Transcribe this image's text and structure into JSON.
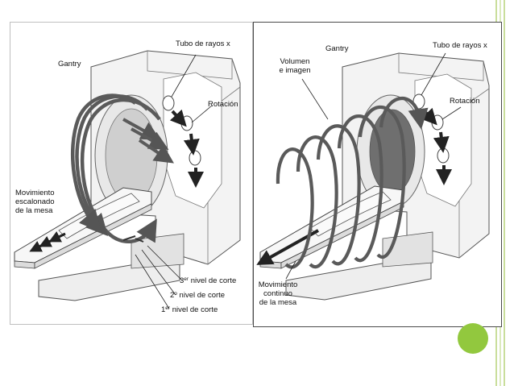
{
  "colors": {
    "accent_green": "#92c83e",
    "frame_line": "#b7d47a",
    "arrow_gray": "#5a5a5a",
    "dark_arrow": "#262626"
  },
  "left_panel": {
    "gantry": "Gantry",
    "tube": "Tubo de rayos x",
    "rotation": "Rotación",
    "movement": [
      "Movimiento",
      "escalonado",
      "de la mesa"
    ],
    "level3": {
      "num": "3",
      "sup": "er",
      "text": " nivel de corte"
    },
    "level2": {
      "num": "2",
      "sup": "o",
      "text": " nivel de corte"
    },
    "level1": {
      "num": "1",
      "sup": "er",
      "text": " nivel de corte"
    }
  },
  "right_panel": {
    "gantry": "Gantry",
    "tube": "Tubo de rayos x",
    "rotation": "Rotación",
    "volume": [
      "Volumen",
      "e imagen"
    ],
    "movement": [
      "Movimiento",
      "continuo",
      "de la mesa"
    ]
  }
}
